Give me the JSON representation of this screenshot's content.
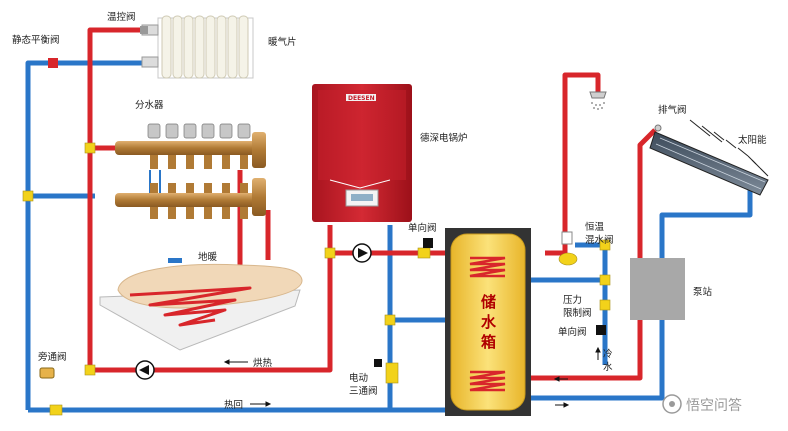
{
  "labels": {
    "thermostatic_valve": "温控阀",
    "static_balance_valve": "静态平衡阀",
    "radiator": "暖气片",
    "manifold": "分水器",
    "boiler": "德深电锅炉",
    "floor_heating": "地暖",
    "check_valve_1": "单向阀",
    "constant_temp": "恒温",
    "mixing_valve": "混水阀",
    "exhaust_valve": "排气阀",
    "solar": "太阳能",
    "pump_station": "泵站",
    "pressure": "压力",
    "limit_valve": "限制阀",
    "check_valve_2": "单向阀",
    "cold": "冷",
    "water": "水",
    "bypass_valve": "旁通阀",
    "drying": "烘热",
    "electric": "电动",
    "three_way_valve": "三通阀",
    "return_water": "热回",
    "tank_1": "储",
    "tank_2": "水",
    "tank_3": "箱",
    "boiler_brand": "DEESEN",
    "watermark": "悟空问答"
  },
  "colors": {
    "hot_pipe": "#d8262b",
    "cold_pipe": "#2a76c8",
    "fitting": "#f2d21a",
    "boiler_red": "#c41e2a",
    "tank_yellow": "#f4c93c",
    "pump_gray": "#a8a8a8"
  },
  "icons": [
    "pump-icon",
    "shower-icon",
    "solar-panel-icon",
    "radiator-icon",
    "valve-icon"
  ]
}
